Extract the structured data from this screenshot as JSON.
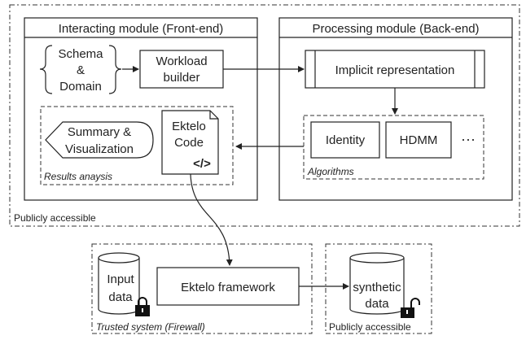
{
  "frontend": {
    "title": "Interacting module (Front-end)"
  },
  "backend": {
    "title": "Processing module (Back-end)"
  },
  "public_top": {
    "label": "Publicly accessible"
  },
  "schema": {
    "line1": "Schema",
    "line2": "&",
    "line3": "Domain"
  },
  "workload": {
    "line1": "Workload",
    "line2": "builder"
  },
  "implicit": {
    "label": "Implicit representation"
  },
  "results": {
    "label": "Results anaysis",
    "summary_line1": "Summary &",
    "summary_line2": "Visualization",
    "code_line1": "Ektelo",
    "code_line2": "Code",
    "code_symbol": "</>"
  },
  "algorithms": {
    "label": "Algorithms",
    "items": [
      "Identity",
      "HDMM"
    ],
    "more": "···"
  },
  "trusted": {
    "label": "Trusted system (Firewall)",
    "input_line1": "Input",
    "input_line2": "data",
    "framework": "Ektelo framework"
  },
  "public_bottom": {
    "label": "Publicly accessible",
    "synth_line1": "synthetic",
    "synth_line2": "data"
  },
  "icons": [
    "lock-closed-icon",
    "lock-open-icon",
    "code-document-icon"
  ]
}
